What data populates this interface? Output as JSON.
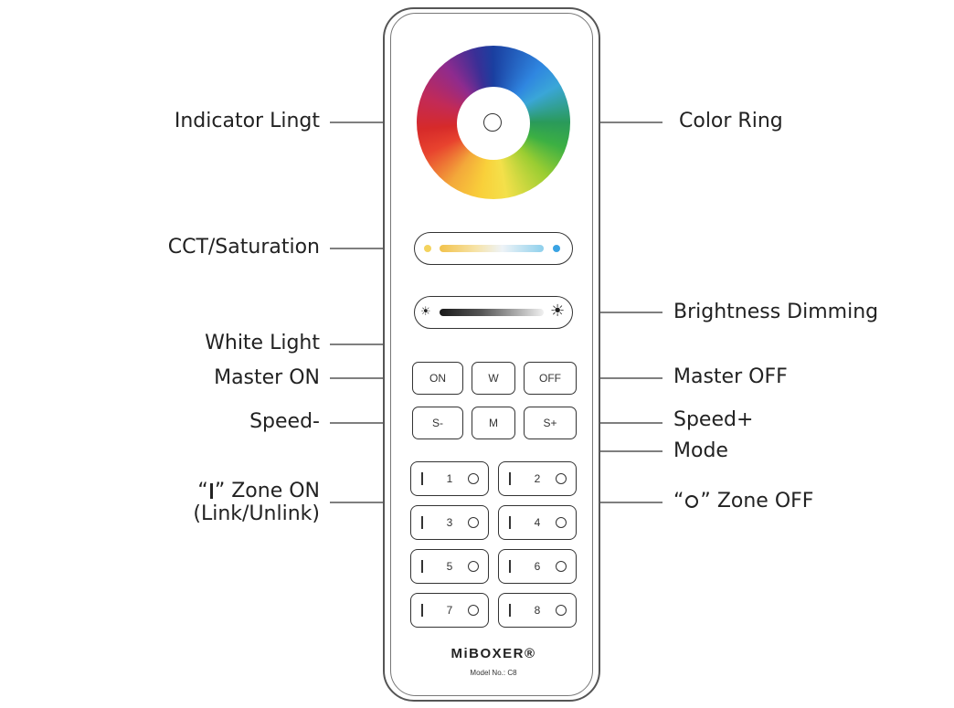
{
  "labels": {
    "indicator": "Indicator Lingt",
    "color_ring": "Color Ring",
    "cct": "CCT/Saturation",
    "brightness": "Brightness Dimming",
    "white_light": "White Light",
    "master_on": "Master ON",
    "master_off": "Master OFF",
    "speed_minus": "Speed-",
    "speed_plus": "Speed+",
    "mode": "Mode",
    "zone_on_quote_open": "“",
    "zone_on_quote_close": "”",
    "zone_on_text": "Zone ON",
    "zone_on_sub": "(Link/Unlink)",
    "zone_off_quote_open": "“",
    "zone_off_quote_close": "”",
    "zone_off_text": "Zone OFF"
  },
  "buttons": {
    "on": "ON",
    "w": "W",
    "off": "OFF",
    "s_minus": "S-",
    "m": "M",
    "s_plus": "S+"
  },
  "zones": [
    "1",
    "2",
    "3",
    "4",
    "5",
    "6",
    "7",
    "8"
  ],
  "brand": "MiBOXER®",
  "model": "Model No.: C8",
  "colors": {
    "outline": "#333333",
    "cct_warm": "#f4d35e",
    "cct_cool": "#3aa3e3"
  },
  "icons": [
    "sun-small-icon",
    "sun-large-icon",
    "zone-on-icon",
    "zone-off-icon"
  ]
}
